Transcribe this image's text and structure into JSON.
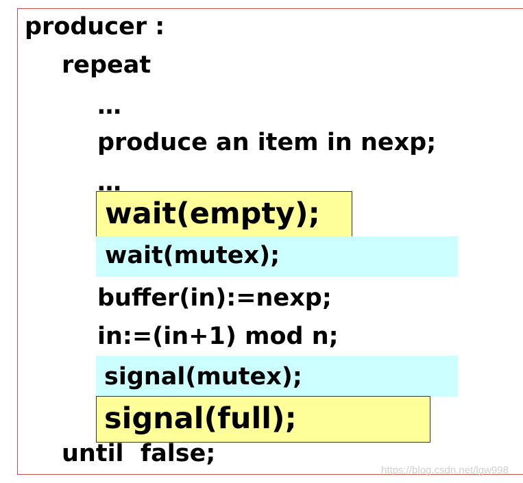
{
  "code": {
    "producer": "producer :",
    "repeat": "repeat",
    "ellipsis_1": "…",
    "produce": "produce an item in nexp;",
    "ellipsis_2": "…",
    "wait_empty": "wait(empty);",
    "wait_mutex": "wait(mutex);",
    "buffer": "buffer(in):=nexp;",
    "in_update": "in:=(in+1) mod n;",
    "signal_mutex": "signal(mutex);",
    "signal_full": "signal(full);",
    "until": "until  false;"
  },
  "watermark": "https://blog.csdn.net/lgw998",
  "colors": {
    "highlight_yellow": "#ffff99",
    "highlight_cyan": "#ccffff",
    "frame_border": "#c0504d"
  }
}
